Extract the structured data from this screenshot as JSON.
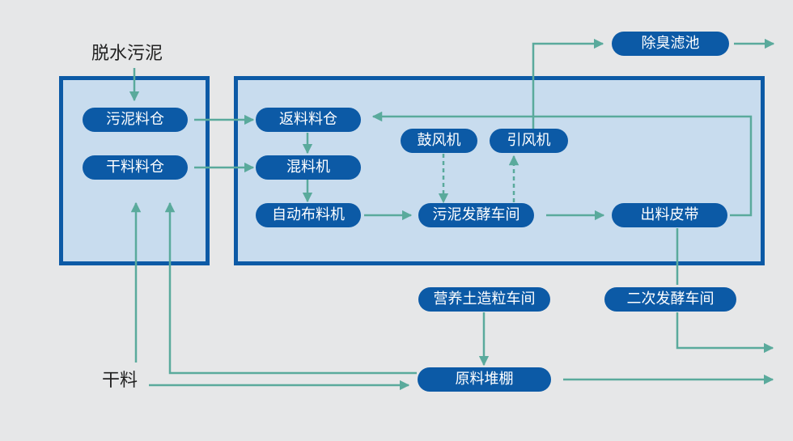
{
  "colors": {
    "background": "#e6e7e8",
    "panel_fill": "#c8dcee",
    "panel_border": "#0c5aa6",
    "node_fill": "#0c5aa6",
    "node_text": "#ffffff",
    "arrow": "#5aaa9c"
  },
  "labels": {
    "dewatered_sludge": "脱水污泥",
    "dry_material": "干料"
  },
  "nodes": {
    "sludge_bin": "污泥料仓",
    "dry_bin": "干料料仓",
    "return_bin": "返料料仓",
    "mixer": "混料机",
    "auto_distributor": "自动布料机",
    "blower": "鼓风机",
    "induced_fan": "引风机",
    "fermentation_room": "污泥发酵车间",
    "discharge_belt": "出料皮带",
    "deodor_tank": "除臭滤池",
    "soil_granulation": "营养土造粒车间",
    "secondary_fermentation": "二次发酵车间",
    "raw_material_shed": "原料堆棚"
  }
}
